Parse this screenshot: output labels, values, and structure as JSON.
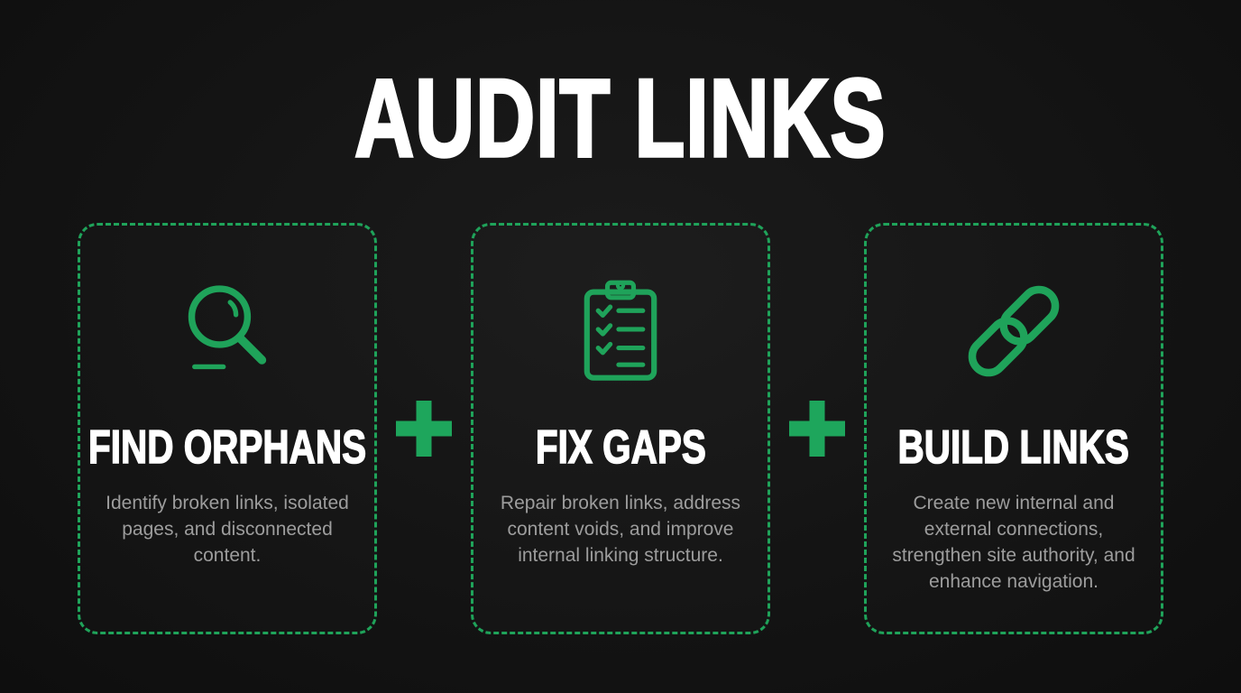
{
  "title": "AUDIT LINKS",
  "colors": {
    "background": "#131313",
    "accent_green": "#1fa35a",
    "heading_text": "#ffffff",
    "body_text": "#9d9d9d"
  },
  "separator_icon": "plus-icon",
  "cards": [
    {
      "icon": "magnifier-icon",
      "heading": "FIND ORPHANS",
      "description": "Identify broken links, isolated pages, and disconnected content."
    },
    {
      "icon": "clipboard-checklist-icon",
      "heading": "FIX GAPS",
      "description": "Repair broken links, address content voids, and improve internal linking structure."
    },
    {
      "icon": "chain-link-icon",
      "heading": "BUILD LINKS",
      "description": "Create new internal and external connections, strengthen site authority, and enhance navigation."
    }
  ]
}
